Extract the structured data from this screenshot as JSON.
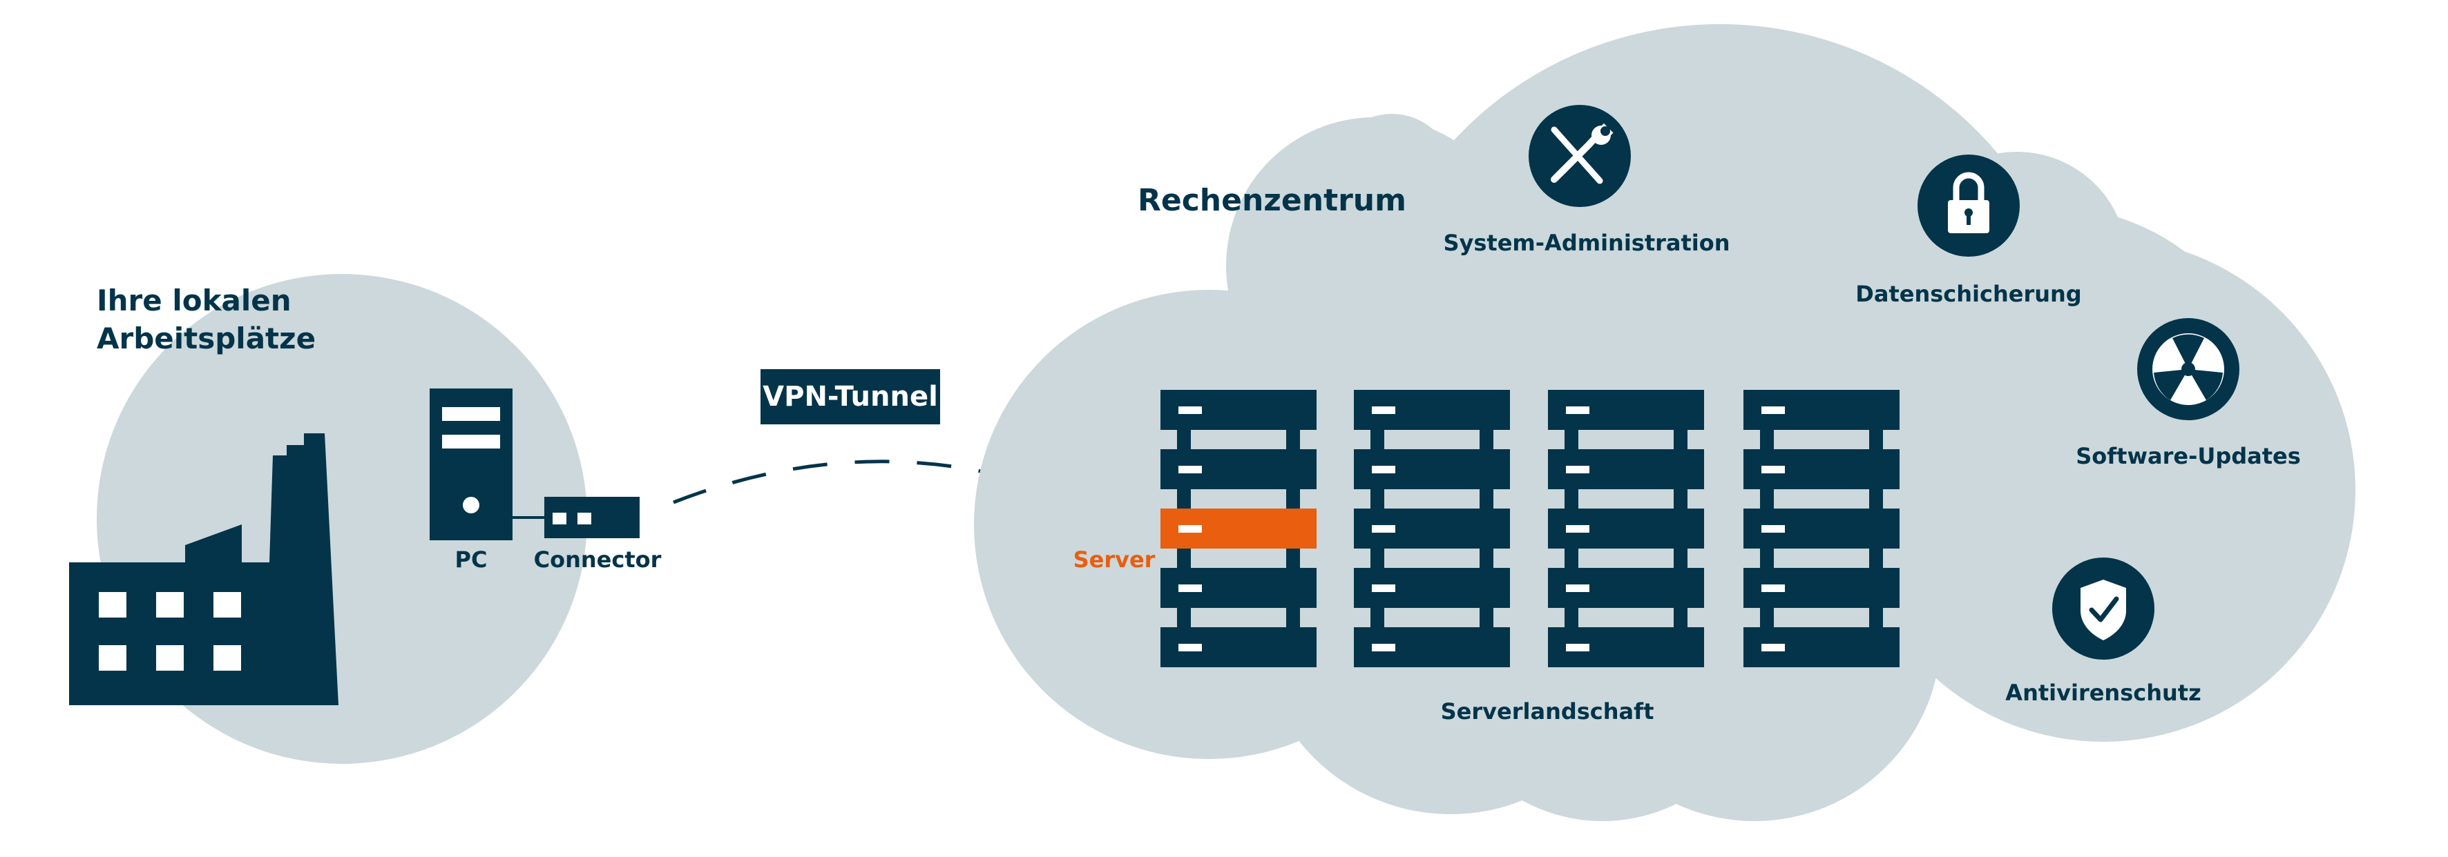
{
  "local_area": {
    "title_line1": "Ihre lokalen",
    "title_line2": "Arbeitsplätze",
    "pc_label": "PC",
    "connector_label": "Connector"
  },
  "tunnel": {
    "label": "VPN-Tunnel"
  },
  "datacenter": {
    "title": "Rechenzentrum",
    "server_label": "Server",
    "serverfarm_label": "Serverlandschaft",
    "services": [
      {
        "label": "System-Administration",
        "icon": "wrench-screwdriver-icon"
      },
      {
        "label": "Datenschicherung",
        "icon": "lock-icon"
      },
      {
        "label": "Software-Updates",
        "icon": "fan-icon"
      },
      {
        "label": "Antivirenschutz",
        "icon": "shield-check-icon"
      }
    ]
  },
  "colors": {
    "dark": "#03344a",
    "cloud": "#ccd8db",
    "accent": "#e95e0f",
    "white": "#ffffff"
  }
}
